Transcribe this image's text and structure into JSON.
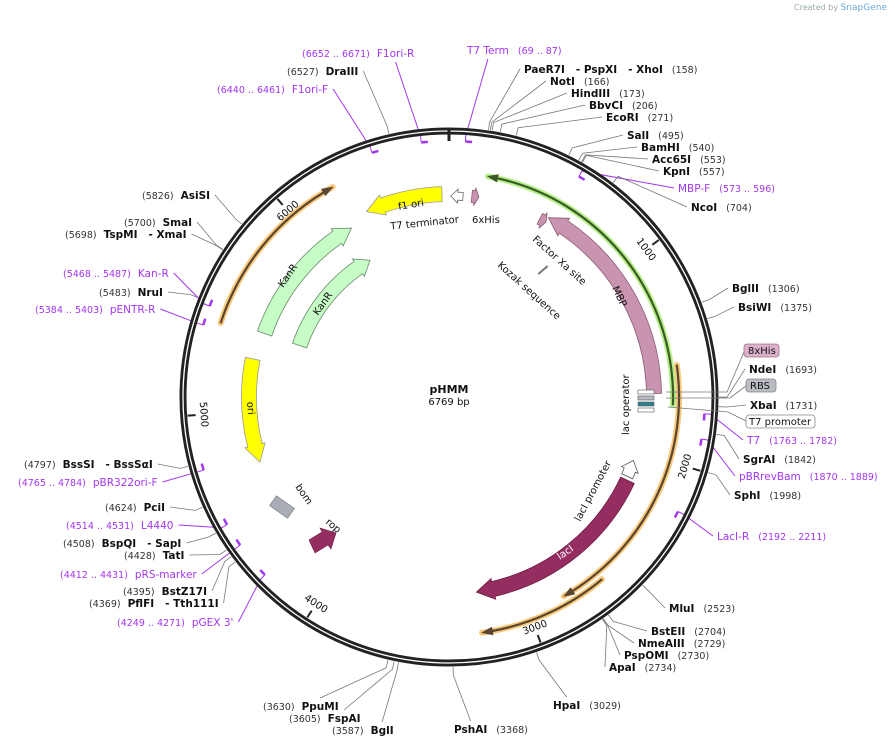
{
  "credit": {
    "prefix": "Created by",
    "brand": "SnapGene"
  },
  "plasmid": {
    "name": "pHMM",
    "length": "6769 bp",
    "total_bp": 6769
  },
  "ticks": [
    "1000",
    "2000",
    "3000",
    "4000",
    "5000",
    "6000"
  ],
  "features": {
    "f1_ori": "f1 ori",
    "t7_terminator": "T7 terminator",
    "his6": "6xHis",
    "factor_xa": "Factor Xa site",
    "kozak": "Kozak sequence",
    "mbp": "MBP",
    "lac_operator": "lac operator",
    "laci_promoter": "lacI promoter",
    "laci": "lacI",
    "kanr_outer": "KanR",
    "kanr_inner": "KanR",
    "ori": "ori",
    "bom": "bom",
    "rop": "rop"
  },
  "callouts": {
    "his8": "8xHis",
    "rbs": "RBS",
    "t7_promoter": "T7 promoter"
  },
  "colors": {
    "primer": "#a336f0",
    "mbp": "#c994b0",
    "kanr": "#c6fdc6",
    "ori": "#ffff00",
    "laci": "#962d61",
    "bom": "#a8adb6",
    "highlight_orange": "#f9c87a",
    "highlight_green": "#b6f08a"
  },
  "labels": [
    {
      "type": "site",
      "name": "PaeR7I   - PspXI   - XhoI",
      "value": "(158)"
    },
    {
      "type": "site",
      "name": "NotI",
      "value": "(166)"
    },
    {
      "type": "site",
      "name": "HindIII",
      "value": "(173)"
    },
    {
      "type": "site",
      "name": "BbvCI",
      "value": "(206)"
    },
    {
      "type": "site",
      "name": "EcoRI",
      "value": "(271)"
    },
    {
      "type": "site",
      "name": "SalI",
      "value": "(495)"
    },
    {
      "type": "site",
      "name": "BamHI",
      "value": "(540)"
    },
    {
      "type": "site",
      "name": "Acc65I",
      "value": "(553)"
    },
    {
      "type": "site",
      "name": "KpnI",
      "value": "(557)"
    },
    {
      "type": "primer",
      "name": "MBP-F",
      "value": "(573 .. 596)"
    },
    {
      "type": "site",
      "name": "NcoI",
      "value": "(704)"
    },
    {
      "type": "site",
      "name": "BglII",
      "value": "(1306)"
    },
    {
      "type": "site",
      "name": "BsiWI",
      "value": "(1375)"
    },
    {
      "type": "site",
      "name": "NdeI",
      "value": "(1693)"
    },
    {
      "type": "site",
      "name": "XbaI",
      "value": "(1731)"
    },
    {
      "type": "primer",
      "name": "T7",
      "value": "(1763 .. 1782)"
    },
    {
      "type": "site",
      "name": "SgrAI",
      "value": "(1842)"
    },
    {
      "type": "primer",
      "name": "pBRrevBam",
      "value": "(1870 .. 1889)"
    },
    {
      "type": "site",
      "name": "SphI",
      "value": "(1998)"
    },
    {
      "type": "primer",
      "name": "LacI-R",
      "value": "(2192 .. 2211)"
    },
    {
      "type": "site",
      "name": "MluI",
      "value": "(2523)"
    },
    {
      "type": "site",
      "name": "BstEII",
      "value": "(2704)"
    },
    {
      "type": "site",
      "name": "NmeAIII",
      "value": "(2729)"
    },
    {
      "type": "site",
      "name": "PspOMI",
      "value": "(2730)"
    },
    {
      "type": "site",
      "name": "ApaI",
      "value": "(2734)"
    },
    {
      "type": "site",
      "name": "HpaI",
      "value": "(3029)"
    },
    {
      "type": "site",
      "name": "PshAI",
      "value": "(3368)"
    },
    {
      "type": "site",
      "name": "BglI",
      "value": "(3587)"
    },
    {
      "type": "site",
      "name": "FspAI",
      "value": "(3605)"
    },
    {
      "type": "site",
      "name": "PpuMI",
      "value": "(3630)"
    },
    {
      "type": "primer",
      "name": "pGEX 3'",
      "value": "(4249 .. 4271)"
    },
    {
      "type": "site",
      "name": "PflFI   - Tth111I",
      "value": "(4369)"
    },
    {
      "type": "site",
      "name": "BstZ17I",
      "value": "(4395)"
    },
    {
      "type": "primer",
      "name": "pRS-marker",
      "value": "(4412 .. 4431)"
    },
    {
      "type": "site",
      "name": "TatI",
      "value": "(4428)"
    },
    {
      "type": "site",
      "name": "BspQI   - SapI",
      "value": "(4508)"
    },
    {
      "type": "primer",
      "name": "L4440",
      "value": "(4514 .. 4531)"
    },
    {
      "type": "site",
      "name": "PciI",
      "value": "(4624)"
    },
    {
      "type": "primer",
      "name": "pBR322ori-F",
      "value": "(4765 .. 4784)"
    },
    {
      "type": "site",
      "name": "BssSI   - BssSαI",
      "value": "(4797)"
    },
    {
      "type": "primer",
      "name": "pENTR-R",
      "value": "(5384 .. 5403)"
    },
    {
      "type": "site",
      "name": "NruI",
      "value": "(5483)"
    },
    {
      "type": "primer",
      "name": "Kan-R",
      "value": "(5468 .. 5487)"
    },
    {
      "type": "site",
      "name": "TspMI   - XmaI",
      "value": "(5698)"
    },
    {
      "type": "site",
      "name": "SmaI",
      "value": "(5700)"
    },
    {
      "type": "site",
      "name": "AsiSI",
      "value": "(5826)"
    },
    {
      "type": "primer",
      "name": "F1ori-F",
      "value": "(6440 .. 6461)"
    },
    {
      "type": "site",
      "name": "DraIII",
      "value": "(6527)"
    },
    {
      "type": "primer",
      "name": "F1ori-R",
      "value": "(6652 .. 6671)"
    },
    {
      "type": "primer",
      "name": "T7 Term",
      "value": "(69 .. 87)"
    }
  ]
}
